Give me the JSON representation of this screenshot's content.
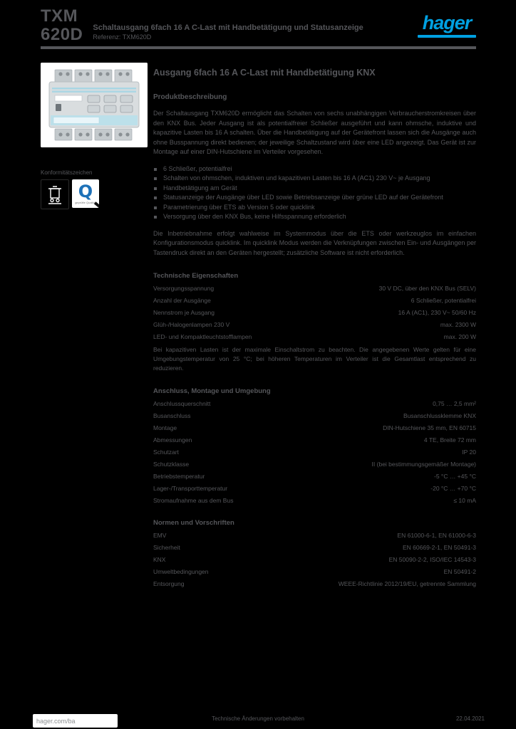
{
  "header": {
    "product_code_line1": "TXM",
    "product_code_line2": "620D",
    "subtitle_line1": "Schaltausgang 6fach 16 A C-Last mit Handbetätigung und Statusanzeige",
    "subtitle_line2": "Referenz: TXM620D",
    "brand": "hager"
  },
  "title": "Ausgang 6fach 16 A C-Last mit Handbetätigung KNX",
  "description_heading": "Produktbeschreibung",
  "description_p1": "Der Schaltausgang TXM620D ermöglicht das Schalten von sechs unabhängigen Verbraucherstromkreisen über den KNX Bus. Jeder Ausgang ist als potentialfreier Schließer ausgeführt und kann ohmsche, induktive und kapazitive Lasten bis 16 A schalten. Über die Handbetätigung auf der Gerätefront lassen sich die Ausgänge auch ohne Busspannung direkt bedienen; der jeweilige Schaltzustand wird über eine LED angezeigt. Das Gerät ist zur Montage auf einer DIN-Hutschiene im Verteiler vorgesehen.",
  "features": [
    "6 Schließer, potentialfrei",
    "Schalten von ohmschen, induktiven und kapazitiven Lasten bis 16 A (AC1) 230 V~ je Ausgang",
    "Handbetätigung am Gerät",
    "Statusanzeige der Ausgänge über LED sowie Betriebsanzeige über grüne LED auf der Gerätefront",
    "Parametrierung über ETS ab Version 5 oder quicklink",
    "Versorgung über den KNX Bus, keine Hilfsspannung erforderlich"
  ],
  "description_p2": "Die Inbetriebnahme erfolgt wahlweise im Systemmodus über die ETS oder werkzeuglos im einfachen Konfigurationsmodus quicklink. Im quicklink Modus werden die Verknüpfungen zwischen Ein- und Ausgängen per Tastendruck direkt an den Geräten hergestellt; zusätzliche Software ist nicht erforderlich.",
  "conformity_label": "Konformitätszeichen",
  "logos": {
    "weee_name": "weee-crossed-out-bin",
    "quality_glyph": "Q",
    "quality_caption": "geprüfte Qualität"
  },
  "sections": {
    "s1": {
      "title": "Technische Eigenschaften",
      "rows": [
        {
          "label": "Versorgungsspannung",
          "value": "30 V DC, über den KNX Bus (SELV)"
        },
        {
          "label": "Anzahl der Ausgänge",
          "value": "6 Schließer, potentialfrei"
        },
        {
          "label": "Nennstrom je Ausgang",
          "value": "16 A (AC1), 230 V~ 50/60 Hz"
        },
        {
          "label": "Glüh-/Halogenlampen 230 V",
          "value": "max. 2300 W"
        },
        {
          "label": "LED- und Kompaktleuchtstofflampen",
          "value": "max. 200 W"
        }
      ],
      "note": "Bei kapazitiven Lasten ist der maximale Einschaltstrom zu beachten. Die angegebenen Werte gelten für eine Umgebungstemperatur von 25 °C; bei höheren Temperaturen im Verteiler ist die Gesamtlast entsprechend zu reduzieren."
    },
    "s2": {
      "title": "Anschluss, Montage und Umgebung",
      "rows": [
        {
          "label": "Anschlussquerschnitt",
          "value": "0,75 … 2,5 mm²"
        },
        {
          "label": "Busanschluss",
          "value": "Busanschlussklemme KNX"
        },
        {
          "label": "Montage",
          "value": "DIN-Hutschiene 35 mm, EN 60715"
        },
        {
          "label": "Abmessungen",
          "value": "4 TE, Breite 72 mm"
        },
        {
          "label": "Schutzart",
          "value": "IP 20"
        },
        {
          "label": "Schutzklasse",
          "value": "II (bei bestimmungsgemäßer Montage)"
        },
        {
          "label": "Betriebstemperatur",
          "value": "-5 °C … +45 °C"
        },
        {
          "label": "Lager-/Transporttemperatur",
          "value": "-20 °C … +70 °C"
        },
        {
          "label": "Stromaufnahme aus dem Bus",
          "value": "≤ 10 mA"
        }
      ]
    },
    "s3": {
      "title": "Normen und Vorschriften",
      "rows": [
        {
          "label": "EMV",
          "value": "EN 61000-6-1, EN 61000-6-3"
        },
        {
          "label": "Sicherheit",
          "value": "EN 60669-2-1, EN 50491-3"
        },
        {
          "label": "KNX",
          "value": "EN 50090-2-2, ISO/IEC 14543-3"
        },
        {
          "label": "Umweltbedingungen",
          "value": "EN 50491-2"
        },
        {
          "label": "Entsorgung",
          "value": "WEEE-Richtlinie 2012/19/EU, getrennte Sammlung"
        }
      ]
    }
  },
  "footer": {
    "url": "hager.com/ba",
    "center": "Technische Änderungen vorbehalten",
    "right": "22.04.2021"
  },
  "colors": {
    "page_bg": "#000000",
    "text_gray": "#55565a",
    "brand_blue": "#00a0e1",
    "device_body": "#d9dddf",
    "device_stripe": "#a9d6e4",
    "device_band": "#bce0ea",
    "quality_blue": "#1d71b8"
  }
}
